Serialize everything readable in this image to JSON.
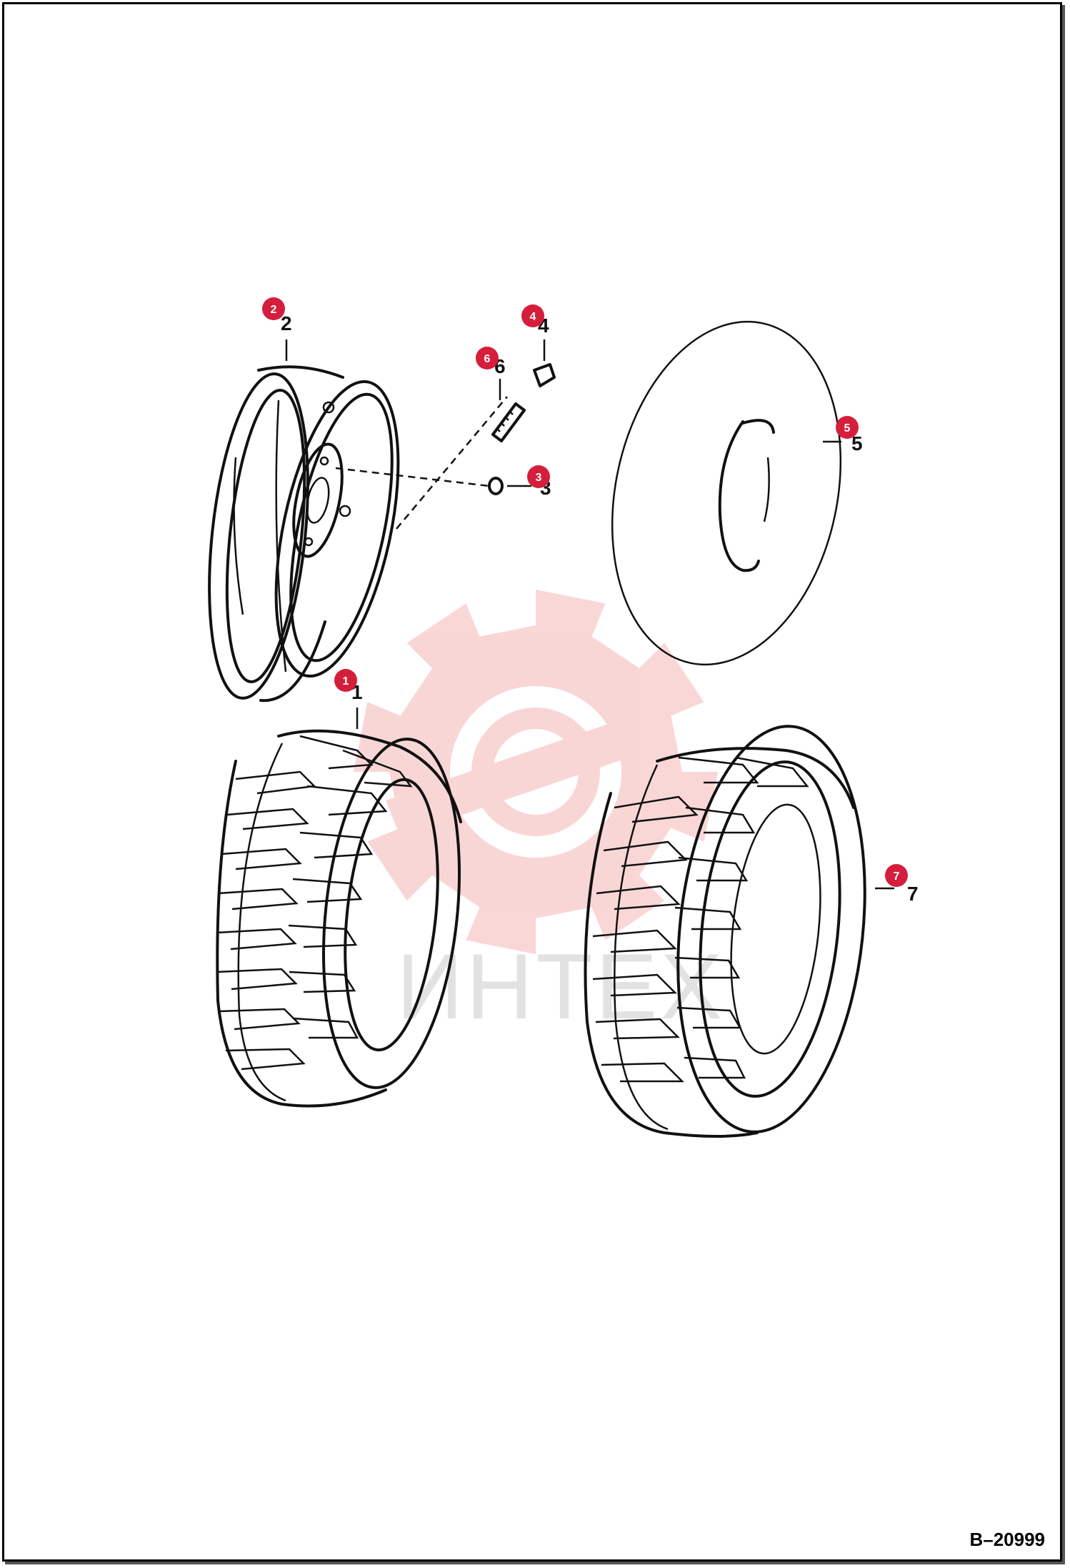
{
  "document": {
    "reference_code": "B–20999",
    "watermark_text": "ИНТЕХ",
    "watermark_color": "#f08b8b",
    "badge_color": "#d41e3c"
  },
  "callouts": [
    {
      "id": "1",
      "label": "1",
      "badge": "1",
      "part": "tire-left"
    },
    {
      "id": "2",
      "label": "2",
      "badge": "2",
      "part": "wheel-rim"
    },
    {
      "id": "3",
      "label": "3",
      "badge": "3",
      "part": "lug-nut"
    },
    {
      "id": "4",
      "label": "4",
      "badge": "4",
      "part": "valve-cap"
    },
    {
      "id": "5",
      "label": "5",
      "badge": "5",
      "part": "inner-tube"
    },
    {
      "id": "6",
      "label": "6",
      "badge": "6",
      "part": "valve-stem"
    },
    {
      "id": "7",
      "label": "7",
      "badge": "7",
      "part": "tire-right"
    }
  ]
}
